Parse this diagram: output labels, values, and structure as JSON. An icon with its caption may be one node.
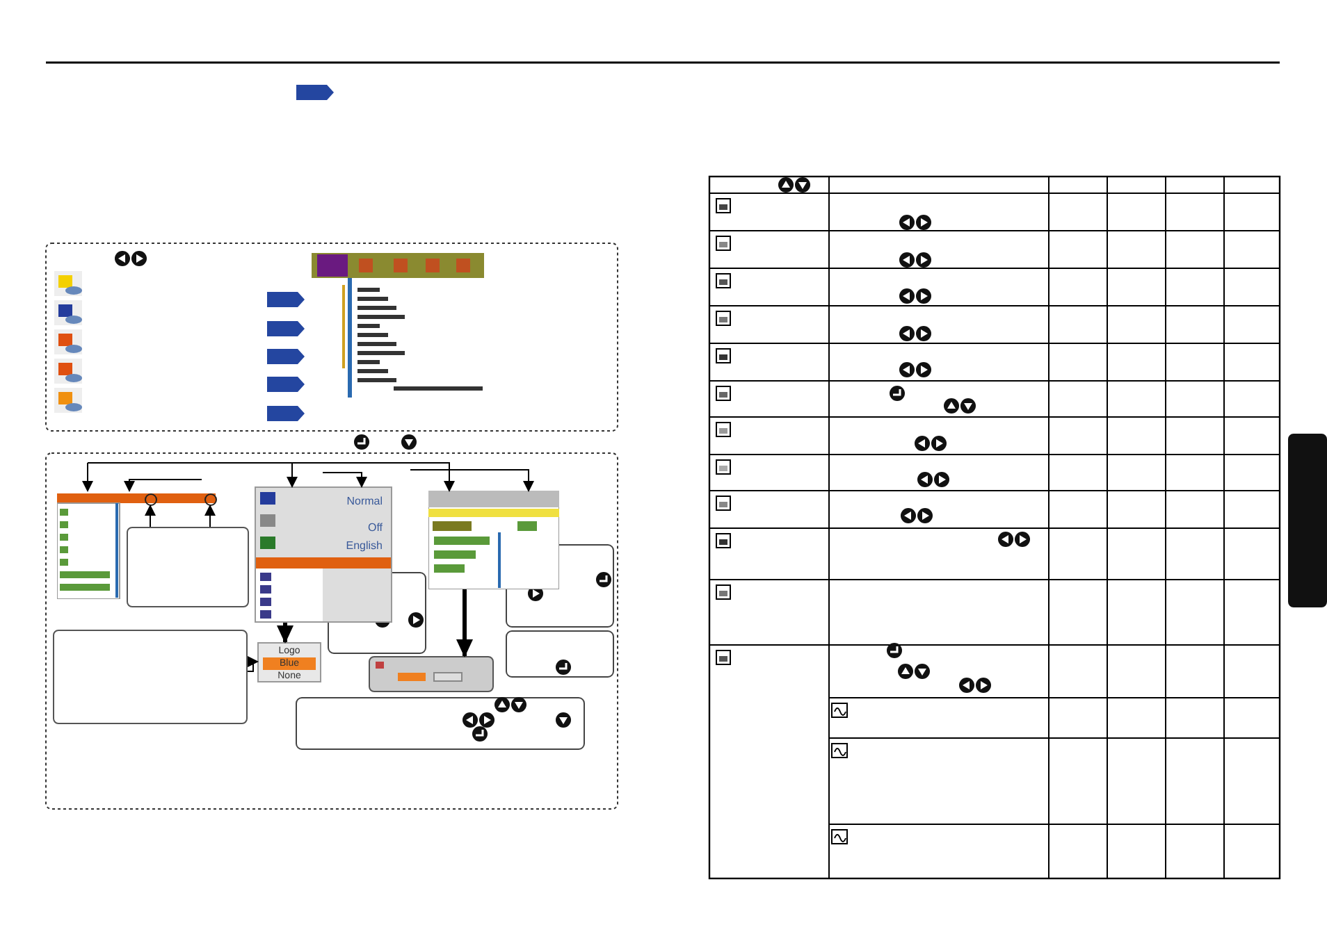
{
  "diagram": {
    "nodes": [
      {
        "text": [
          "Normal",
          "Off",
          "English"
        ]
      },
      {
        "text": [
          "Logo",
          "Blue",
          "None"
        ]
      },
      {
        "text": [],
        "shape": "box"
      },
      {
        "text": [],
        "shape": "picture"
      },
      {
        "text": [],
        "shape": "circle",
        "in": 3
      },
      {
        "text": [],
        "shape": "circle",
        "in": 3
      },
      {
        "text": [],
        "shape": "box"
      },
      {
        "text": [],
        "shape": "box"
      },
      {
        "text": [],
        "shape": "picture"
      },
      {
        "text": [],
        "shape": "box"
      }
    ],
    "edges": [
      {
        "from": 0,
        "to": 1,
        "arrow": "to",
        "style": "thick"
      },
      {
        "from": 8,
        "to": 7,
        "arrow": "to",
        "style": "thick"
      },
      {
        "from": 2,
        "to": 1,
        "arrow": "to"
      },
      {
        "from": 6,
        "to": 4,
        "arrow": "to"
      },
      {
        "from": 6,
        "to": 5,
        "arrow": "to"
      },
      {
        "from": null,
        "to": 3,
        "arrow": "to"
      },
      {
        "from": null,
        "to": 0,
        "arrow": "to"
      },
      {
        "from": null,
        "to": 8,
        "arrow": "to"
      },
      {
        "from": null,
        "to": 8,
        "arrow": "to"
      },
      {
        "from": null,
        "to": 0,
        "arrow": "to"
      },
      {
        "from": null,
        "to": 3,
        "arrow": "to"
      }
    ]
  }
}
